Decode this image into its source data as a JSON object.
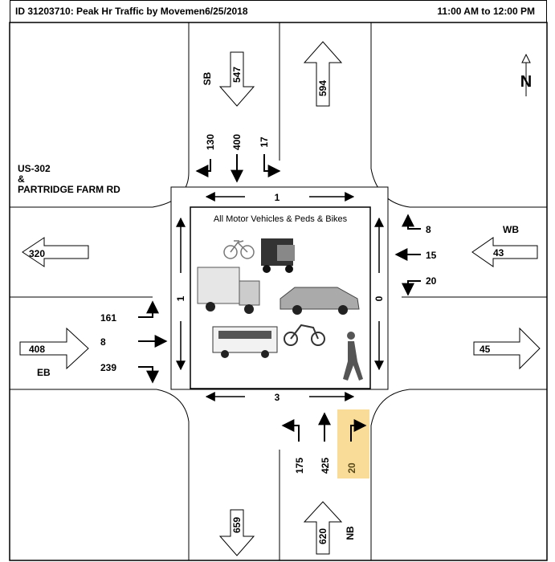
{
  "header": {
    "id_title": "ID 31203710: Peak Hr Traffic by Movemen",
    "date": "6/25/2018",
    "time_range": "11:00 AM to 12:00 PM"
  },
  "intersection": {
    "line1": "US-302",
    "line2": "&",
    "line3": "PARTRIDGE FARM RD"
  },
  "center_title": "All Motor Vehicles & Peds & Bikes",
  "north_label": "N",
  "approaches": {
    "sb": {
      "label": "SB",
      "approach_total": "547",
      "exit_total": "594",
      "right": "130",
      "through": "400",
      "left": "17"
    },
    "nb": {
      "label": "NB",
      "approach_total": "620",
      "exit_total": "659",
      "left": "175",
      "through": "425",
      "right": "20"
    },
    "eb": {
      "label": "EB",
      "approach_total": "408",
      "exit_total": "320",
      "left": "161",
      "through": "8",
      "right": "239"
    },
    "wb": {
      "label": "WB",
      "approach_total": "43",
      "exit_total": "45",
      "right": "8",
      "through": "15",
      "left": "20"
    }
  },
  "crosswalks": {
    "north": "1",
    "south": "3",
    "west": "1",
    "east": "0"
  },
  "colors": {
    "highlight": "#f8dc98",
    "line": "#000000"
  }
}
